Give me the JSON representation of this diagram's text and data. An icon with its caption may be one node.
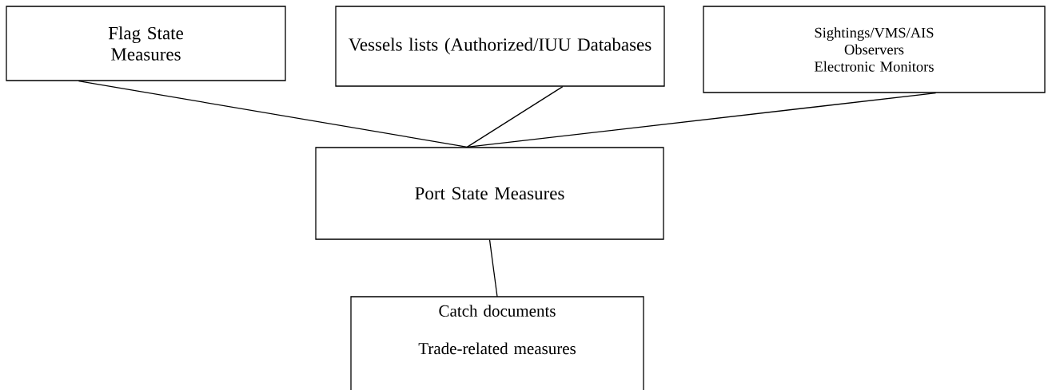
{
  "diagram": {
    "nodes": [
      {
        "text": [
          "Flag State Measures"
        ]
      },
      {
        "text": [
          "Vessels lists (Authorized/IUU Databases"
        ]
      },
      {
        "text": [
          "Sightings/VMS/AIS",
          "Observers",
          "Electronic Monitors"
        ]
      },
      {
        "text": [
          "Port State Measures"
        ]
      },
      {
        "text": [
          "Catch documents",
          "Trade-related measures"
        ]
      }
    ],
    "edges": [
      {
        "from": 0,
        "to": 3,
        "arrow": "none"
      },
      {
        "from": 1,
        "to": 3,
        "arrow": "none"
      },
      {
        "from": 2,
        "to": 3,
        "arrow": "none"
      },
      {
        "from": 3,
        "to": 4,
        "arrow": "none"
      }
    ]
  }
}
